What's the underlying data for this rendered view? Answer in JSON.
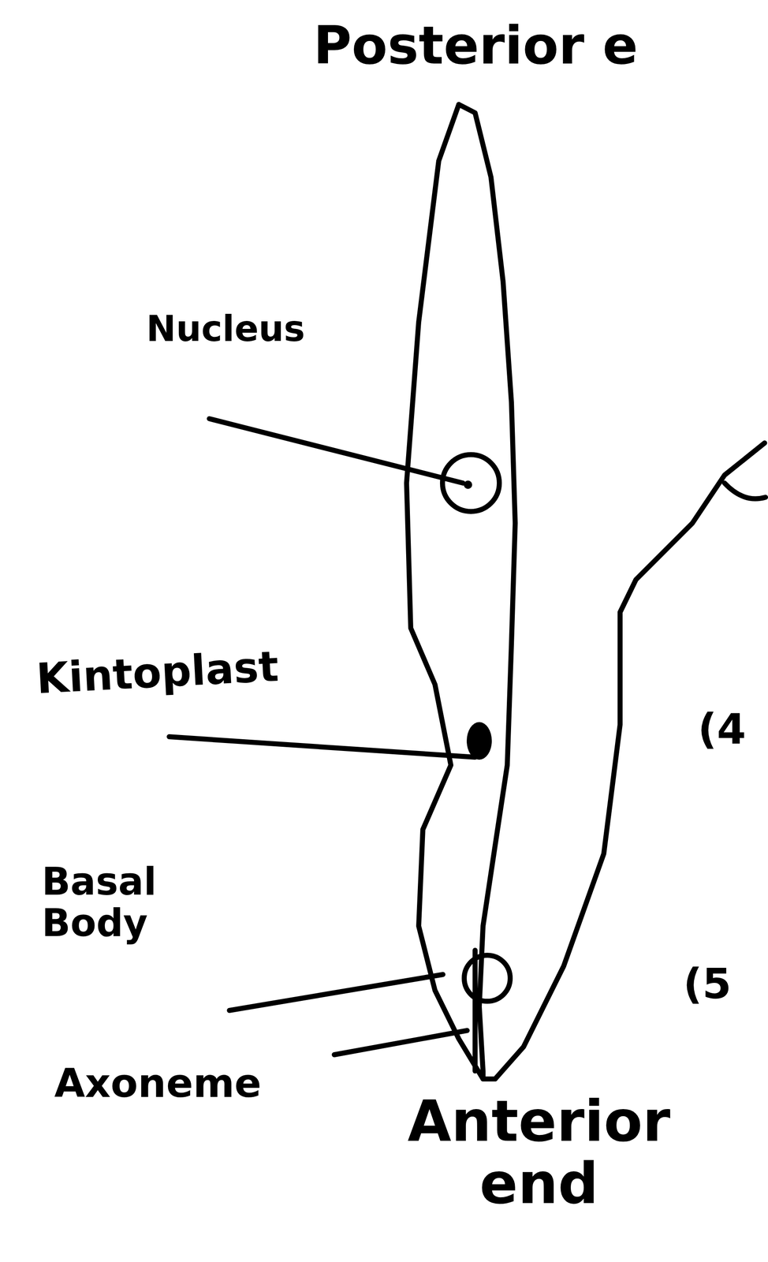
{
  "diagram": {
    "labels": [
      "Posterior e",
      "Nucleus",
      "Kintoplast",
      "Basal Body",
      "Axoneme",
      "Anterior end",
      "(4",
      "(5"
    ]
  }
}
